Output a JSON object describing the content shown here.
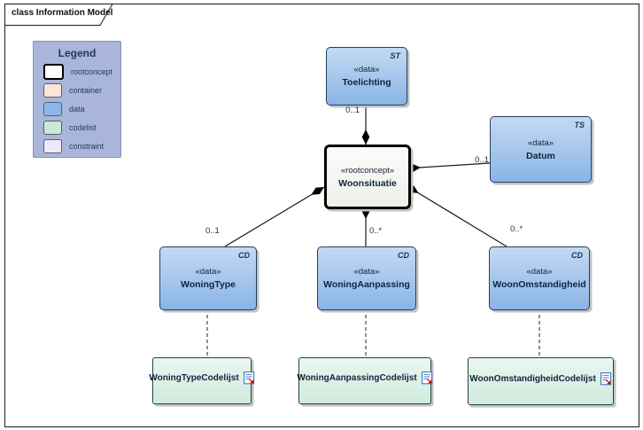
{
  "frame": {
    "title": "class Information Model"
  },
  "legend": {
    "title": "Legend",
    "items": [
      {
        "label": "rootconcept",
        "swatch": "#ffffff"
      },
      {
        "label": "container",
        "swatch": "#fbe5d6"
      },
      {
        "label": "data",
        "swatch": "#8db7ea"
      },
      {
        "label": "codelist",
        "swatch": "#c9ead6"
      },
      {
        "label": "constraint",
        "swatch": "#eaeafb"
      }
    ]
  },
  "nodes": {
    "toelichting": {
      "stereotype": "«data»",
      "name": "Toelichting",
      "tag": "ST"
    },
    "datum": {
      "stereotype": "«data»",
      "name": "Datum",
      "tag": "TS"
    },
    "woonsituatie": {
      "stereotype": "«rootconcept»",
      "name": "Woonsituatie",
      "tag": ""
    },
    "woningtype": {
      "stereotype": "«data»",
      "name": "WoningType",
      "tag": "CD"
    },
    "woningaanpassing": {
      "stereotype": "«data»",
      "name": "WoningAanpassing",
      "tag": "CD"
    },
    "woonomstandigheid": {
      "stereotype": "«data»",
      "name": "WoonOmstandigheid",
      "tag": "CD"
    }
  },
  "codelists": {
    "woningtype": {
      "name": "WoningTypeCodelijst"
    },
    "woningaanpassing": {
      "name": "WoningAanpassingCodelijst"
    },
    "woonomstandigheid": {
      "name": "WoonOmstandigheidCodelijst"
    }
  },
  "multiplicities": {
    "toelichting": "0..1",
    "datum": "0..1",
    "woningtype": "0..1",
    "woningaanpassing": "0..*",
    "woonomstandigheid": "0..*"
  },
  "colors": {
    "data_fill": "#8db7ea",
    "rootconcept_fill": "#ffffff",
    "codelist_fill": "#d5eee1",
    "legend_bg": "#a9b5d9",
    "accent_text": "#1f3864",
    "line": "#1a1a1a"
  }
}
